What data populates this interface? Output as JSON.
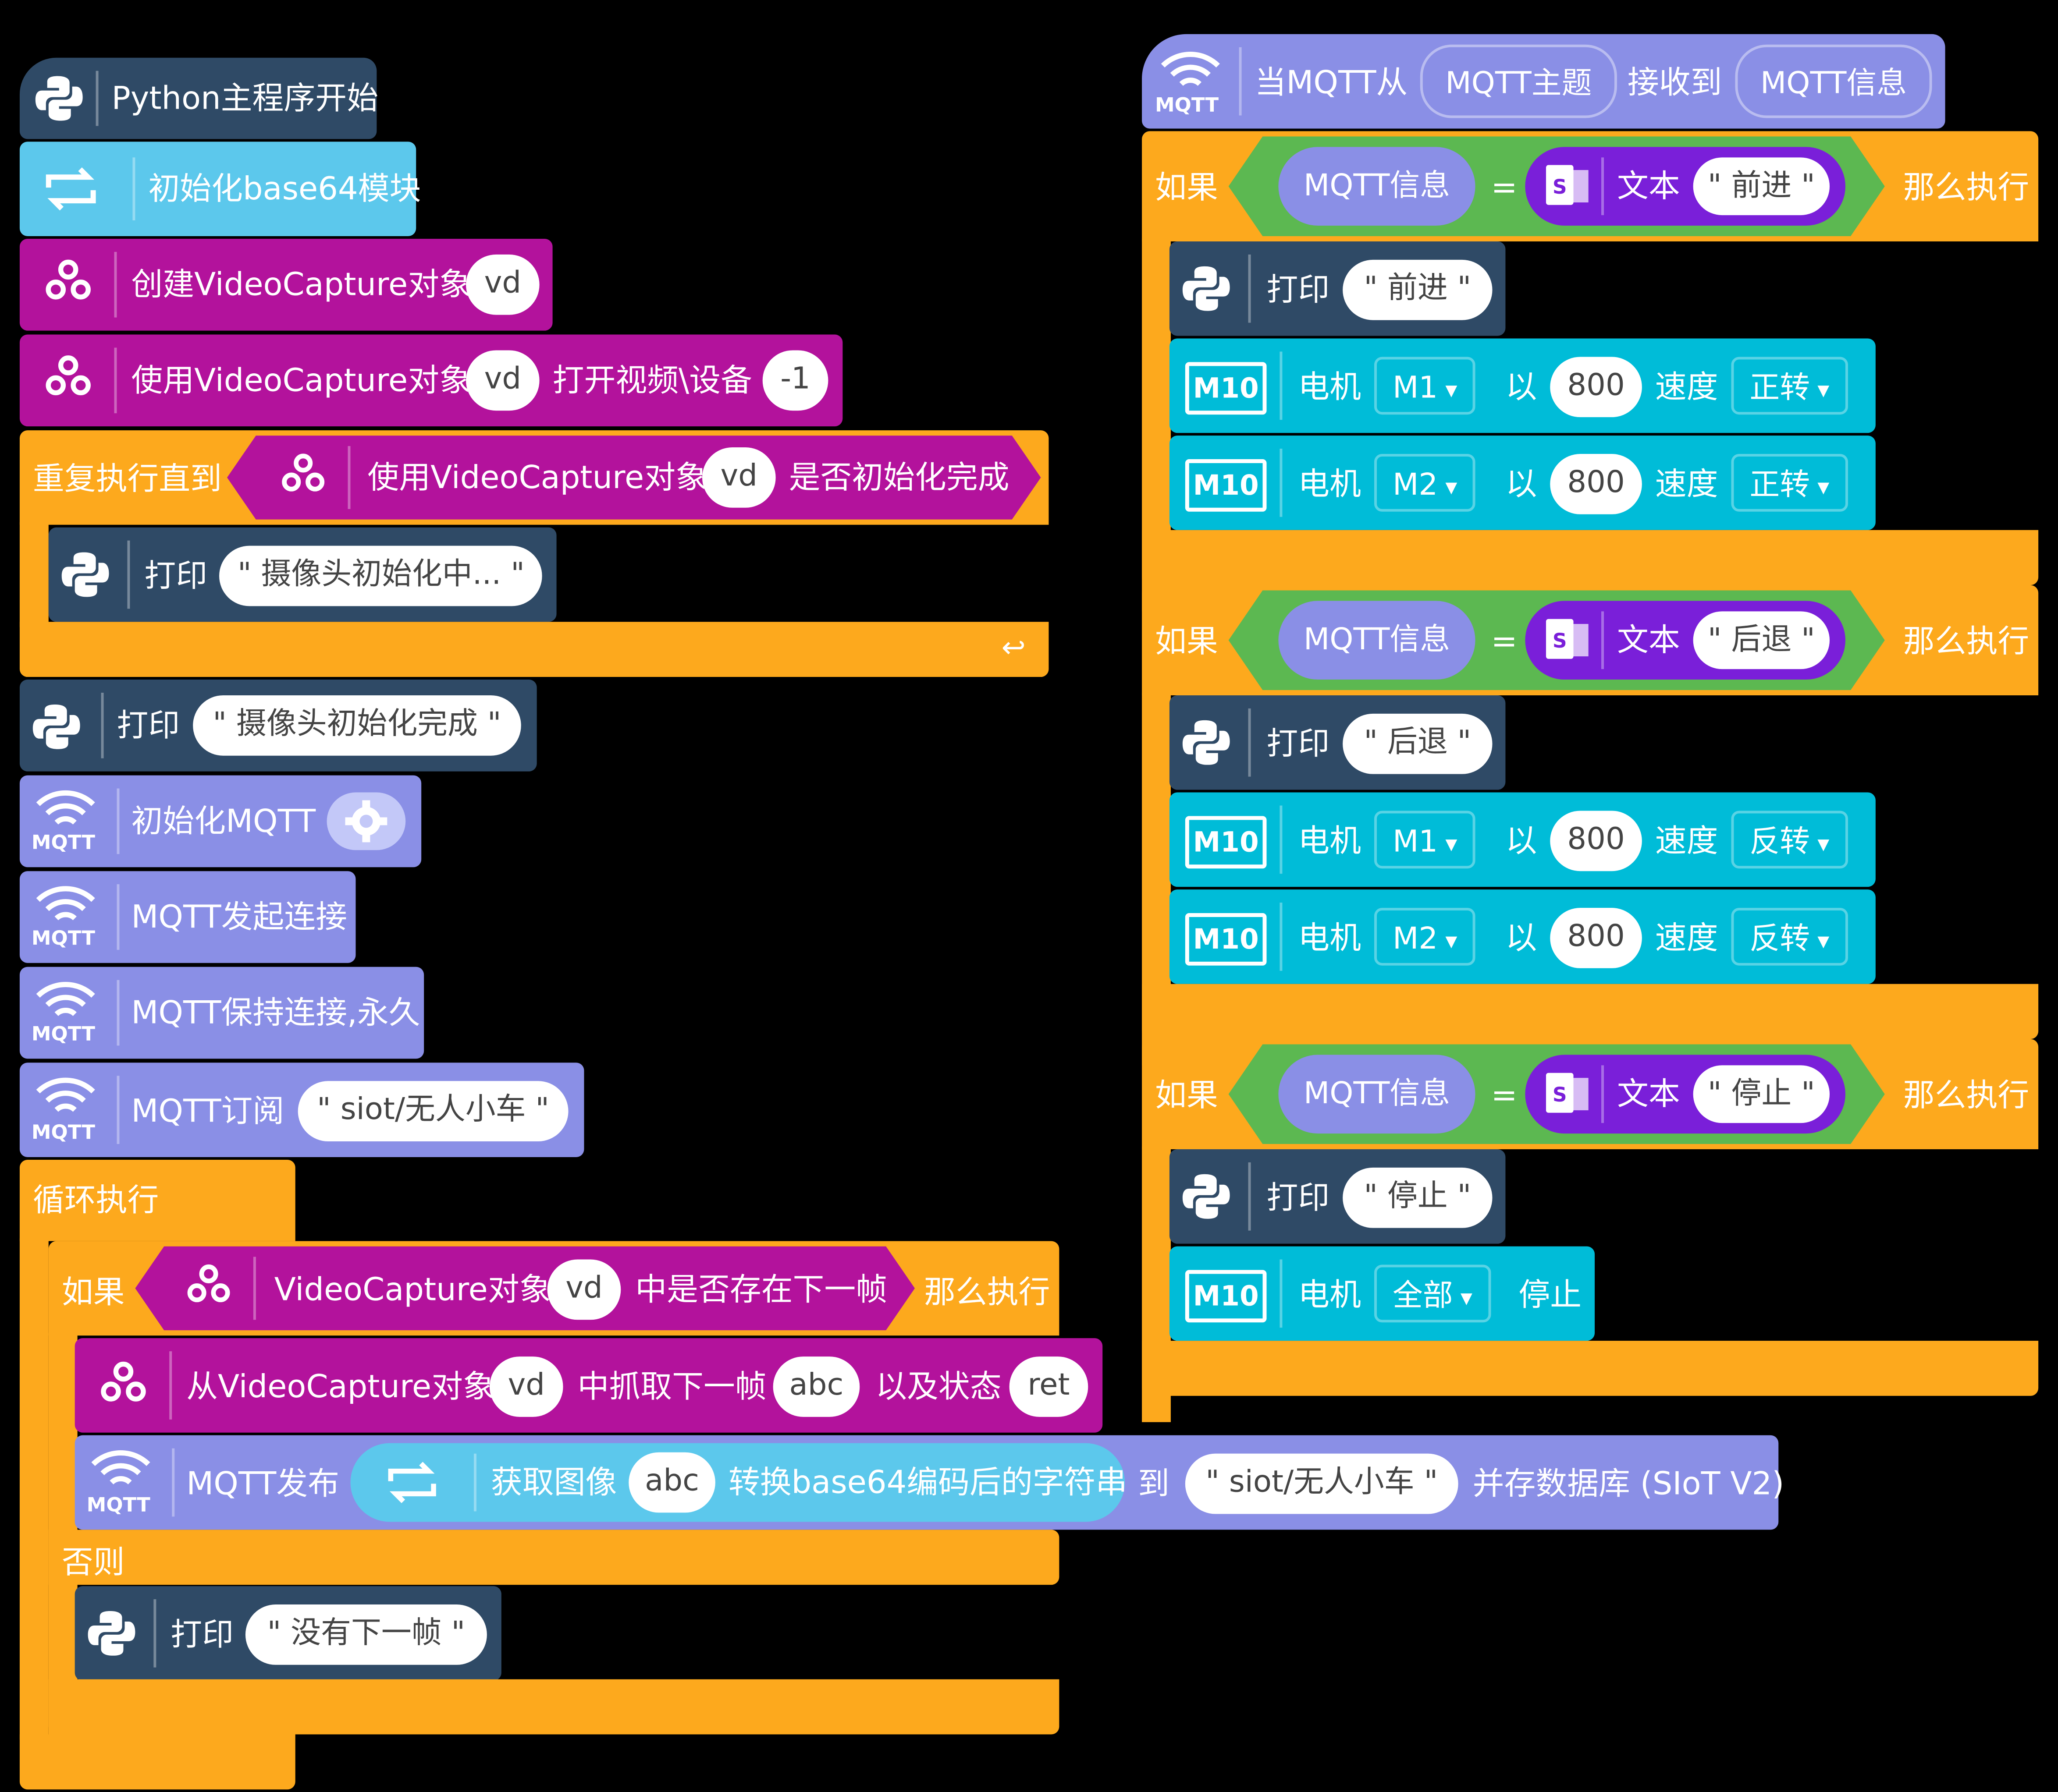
{
  "colors": {
    "python": "#2f4a66",
    "base64": "#5cc8ec",
    "opencv": "#b3129c",
    "mqtt": "#8a8fe6",
    "control": "#fda91d",
    "logic": "#5cb851",
    "text": "#7a1fd9",
    "m10": "#00bcd8"
  },
  "left": {
    "start": "Python主程序开始",
    "init_base64": "初始化base64模块",
    "create_vc": {
      "label": "创建VideoCapture对象",
      "var": "vd"
    },
    "open_vc": {
      "pre": "使用VideoCapture对象",
      "var": "vd",
      "mid": "打开视频\\设备",
      "dev": "-1"
    },
    "repeat": {
      "label": "重复执行直到",
      "cond_pre": "使用VideoCapture对象",
      "var": "vd",
      "cond_post": "是否初始化完成"
    },
    "print_init": {
      "label": "打印",
      "text": "摄像头初始化中..."
    },
    "print_done": {
      "label": "打印",
      "text": "摄像头初始化完成"
    },
    "mqtt_init": "初始化MQTT",
    "mqtt_connect": "MQTT发起连接",
    "mqtt_keep": "MQTT保持连接,永久",
    "mqtt_sub": {
      "label": "MQTT订阅",
      "topic": "siot/无人小车"
    },
    "loop": "循环执行",
    "if_frame": {
      "if": "如果",
      "pre": "VideoCapture对象",
      "var": "vd",
      "post": "中是否存在下一帧",
      "then": "那么执行"
    },
    "grab": {
      "pre": "从VideoCapture对象",
      "var": "vd",
      "mid": "中抓取下一帧",
      "frame": "abc",
      "mid2": "以及状态",
      "ret": "ret"
    },
    "publish": {
      "label": "MQTT发布",
      "get": "获取图像",
      "img": "abc",
      "conv": "转换base64编码后的字符串",
      "to": "到",
      "topic": "siot/无人小车",
      "tail": "并存数据库 (SIoT V2)"
    },
    "else": "否则",
    "print_none": {
      "label": "打印",
      "text": "没有下一帧"
    }
  },
  "right": {
    "hat": {
      "pre": "当MQTT从",
      "topic": "MQTT主题",
      "mid": "接收到",
      "msg": "MQTT信息"
    },
    "mqtt_icon_label": "MQTT",
    "opencv_icon_label": "OpenCV",
    "m10_label": "M10",
    "ifs": [
      {
        "if": "如果",
        "var": "MQTT信息",
        "eq": "=",
        "text_label": "文本",
        "value": "前进",
        "then": "那么执行",
        "print": {
          "label": "打印",
          "text": "前进"
        },
        "motors": [
          {
            "label": "电机",
            "motor": "M1",
            "by": "以",
            "speed": "800",
            "speed_label": "速度",
            "dir": "正转"
          },
          {
            "label": "电机",
            "motor": "M2",
            "by": "以",
            "speed": "800",
            "speed_label": "速度",
            "dir": "正转"
          }
        ]
      },
      {
        "if": "如果",
        "var": "MQTT信息",
        "eq": "=",
        "text_label": "文本",
        "value": "后退",
        "then": "那么执行",
        "print": {
          "label": "打印",
          "text": "后退"
        },
        "motors": [
          {
            "label": "电机",
            "motor": "M1",
            "by": "以",
            "speed": "800",
            "speed_label": "速度",
            "dir": "反转"
          },
          {
            "label": "电机",
            "motor": "M2",
            "by": "以",
            "speed": "800",
            "speed_label": "速度",
            "dir": "反转"
          }
        ]
      },
      {
        "if": "如果",
        "var": "MQTT信息",
        "eq": "=",
        "text_label": "文本",
        "value": "停止",
        "then": "那么执行",
        "print": {
          "label": "打印",
          "text": "停止"
        },
        "stop": {
          "label": "电机",
          "motor": "全部",
          "action": "停止"
        }
      }
    ]
  }
}
